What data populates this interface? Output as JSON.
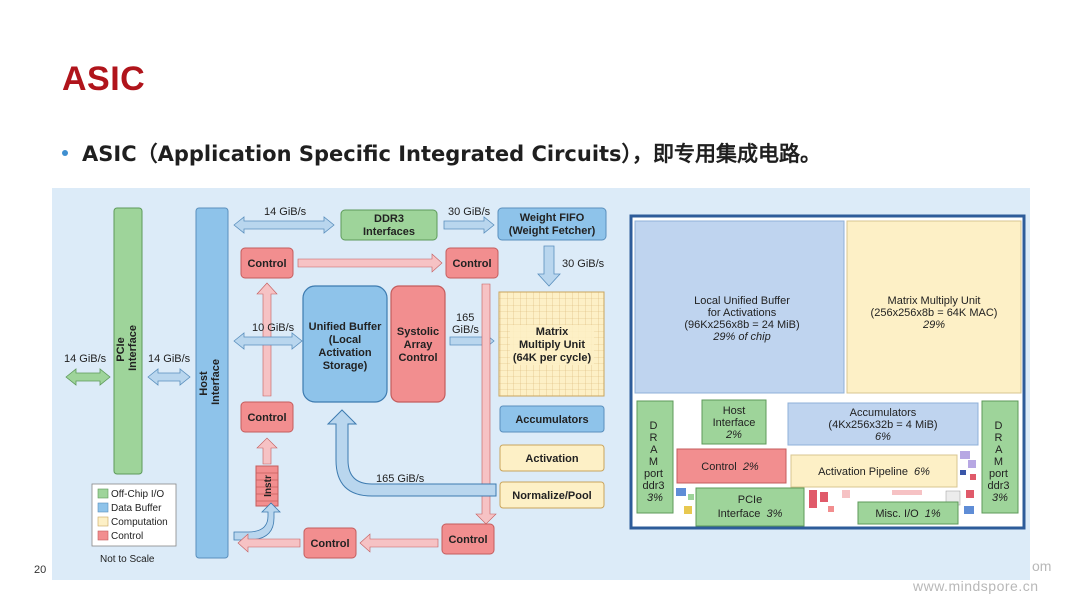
{
  "slide": {
    "title": "ASIC",
    "bullet": "ASIC（Application Specific Integrated Circuits），即专用集成电路。",
    "page_number": "20",
    "watermark_partial": "om",
    "watermark": "www.mindspore.cn"
  },
  "block_diagram": {
    "pcie": [
      "PCIe",
      "Interface"
    ],
    "host": [
      "Host",
      "Interface"
    ],
    "ddr3": [
      "DDR3",
      "Interfaces"
    ],
    "weight_fifo": [
      "Weight FIFO",
      "(Weight Fetcher)"
    ],
    "control": "Control",
    "unified_buffer": [
      "Unified Buffer",
      "(Local",
      "Activation",
      "Storage)"
    ],
    "systolic": [
      "Systolic",
      "Array",
      "Control"
    ],
    "matrix": [
      "Matrix",
      "Multiply Unit",
      "(64K per cycle)"
    ],
    "accumulators": "Accumulators",
    "activation": "Activation",
    "normalize": "Normalize/Pool",
    "instr": "Instr",
    "bw_14_left": "14 GiB/s",
    "bw_14_mid": "14 GiB/s",
    "bw_14_top": "14 GiB/s",
    "bw_30_top": "30 GiB/s",
    "bw_30_right": "30 GiB/s",
    "bw_10": "10 GiB/s",
    "bw_165_a": "165",
    "bw_165_b": "GiB/s",
    "bw_165_bottom": "165 GiB/s",
    "legend": [
      "Off-Chip I/O",
      "Data Buffer",
      "Computation",
      "Control"
    ],
    "not_to_scale": "Not to Scale",
    "colors": {
      "offchip": "#9ed49a",
      "buffer": "#8ec3ea",
      "computation": "#fdf0c6",
      "control": "#f28e8f",
      "arrow": "#b9d6ee",
      "arrow_pink": "#f6c2c4"
    }
  },
  "floorplan": {
    "local_unified_buffer": [
      "Local Unified Buffer",
      "for Activations",
      "(96Kx256x8b = 24 MiB)",
      "29% of chip"
    ],
    "matrix_multiply_unit": [
      "Matrix Multiply Unit",
      "(256x256x8b = 64K MAC)",
      "29%"
    ],
    "host_interface": [
      "Host",
      "Interface",
      "2%"
    ],
    "accumulators": [
      "Accumulators",
      "(4Kx256x32b = 4 MiB)",
      "6%"
    ],
    "control": [
      "Control",
      "2%"
    ],
    "activation_pipeline": [
      "Activation Pipeline",
      "6%"
    ],
    "pcie_interface": [
      "PCIe",
      "Interface",
      "3%"
    ],
    "misc_io": [
      "Misc. I/O",
      "1%"
    ],
    "dram_left": [
      "D",
      "R",
      "A",
      "M",
      "port",
      "ddr3",
      "3%"
    ],
    "dram_right": [
      "D",
      "R",
      "A",
      "M",
      "port",
      "ddr3",
      "3%"
    ]
  }
}
